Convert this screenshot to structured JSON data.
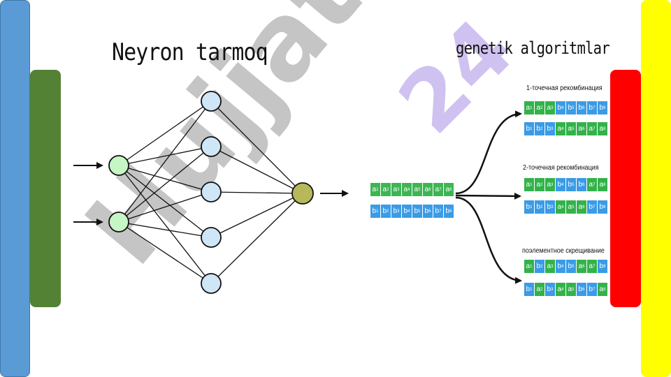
{
  "titles": {
    "neural_network": "Neyron tarmoq",
    "genetic_algorithms": "genetik algoritmlar"
  },
  "watermark": {
    "word": "Hujjat",
    "number": "24"
  },
  "colors": {
    "left_outer_bar": "#5b9bd5",
    "left_inner_bar": "#548235",
    "right_inner_bar": "#ff0000",
    "right_outer_bar": "#ffff00",
    "input_node": "#c6f5c6",
    "hidden_node": "#cfe6f7",
    "output_node": "#b6b85a",
    "gene_a": "#33b24a",
    "gene_b": "#3a9be6"
  },
  "network": {
    "input_nodes": 2,
    "hidden_nodes": 5,
    "output_nodes": 1
  },
  "source": {
    "parent_a": [
      "a1",
      "a2",
      "a3",
      "a4",
      "a5",
      "a6",
      "a7",
      "a8"
    ],
    "parent_b": [
      "b1",
      "b2",
      "b3",
      "b4",
      "b5",
      "b6",
      "b7",
      "b8"
    ]
  },
  "operations": [
    {
      "label": "1-точечная рекомбинация",
      "row1": [
        "a1",
        "a2",
        "a3",
        "b4",
        "b5",
        "b6",
        "b7",
        "b8"
      ],
      "row2": [
        "b1",
        "b2",
        "b3",
        "a4",
        "a5",
        "a6",
        "a7",
        "a8"
      ]
    },
    {
      "label": "2-точечная рекомбинация",
      "row1": [
        "a1",
        "a2",
        "a3",
        "b4",
        "b5",
        "b6",
        "a7",
        "a8"
      ],
      "row2": [
        "b1",
        "b2",
        "b3",
        "a4",
        "a5",
        "a6",
        "b7",
        "b8"
      ]
    },
    {
      "label": "поэлементное скрещивание",
      "row1": [
        "a1",
        "b2",
        "a3",
        "b4",
        "b5",
        "a6",
        "a7",
        "b8"
      ],
      "row2": [
        "b1",
        "a2",
        "b3",
        "a4",
        "a5",
        "b6",
        "b7",
        "a8"
      ]
    }
  ]
}
